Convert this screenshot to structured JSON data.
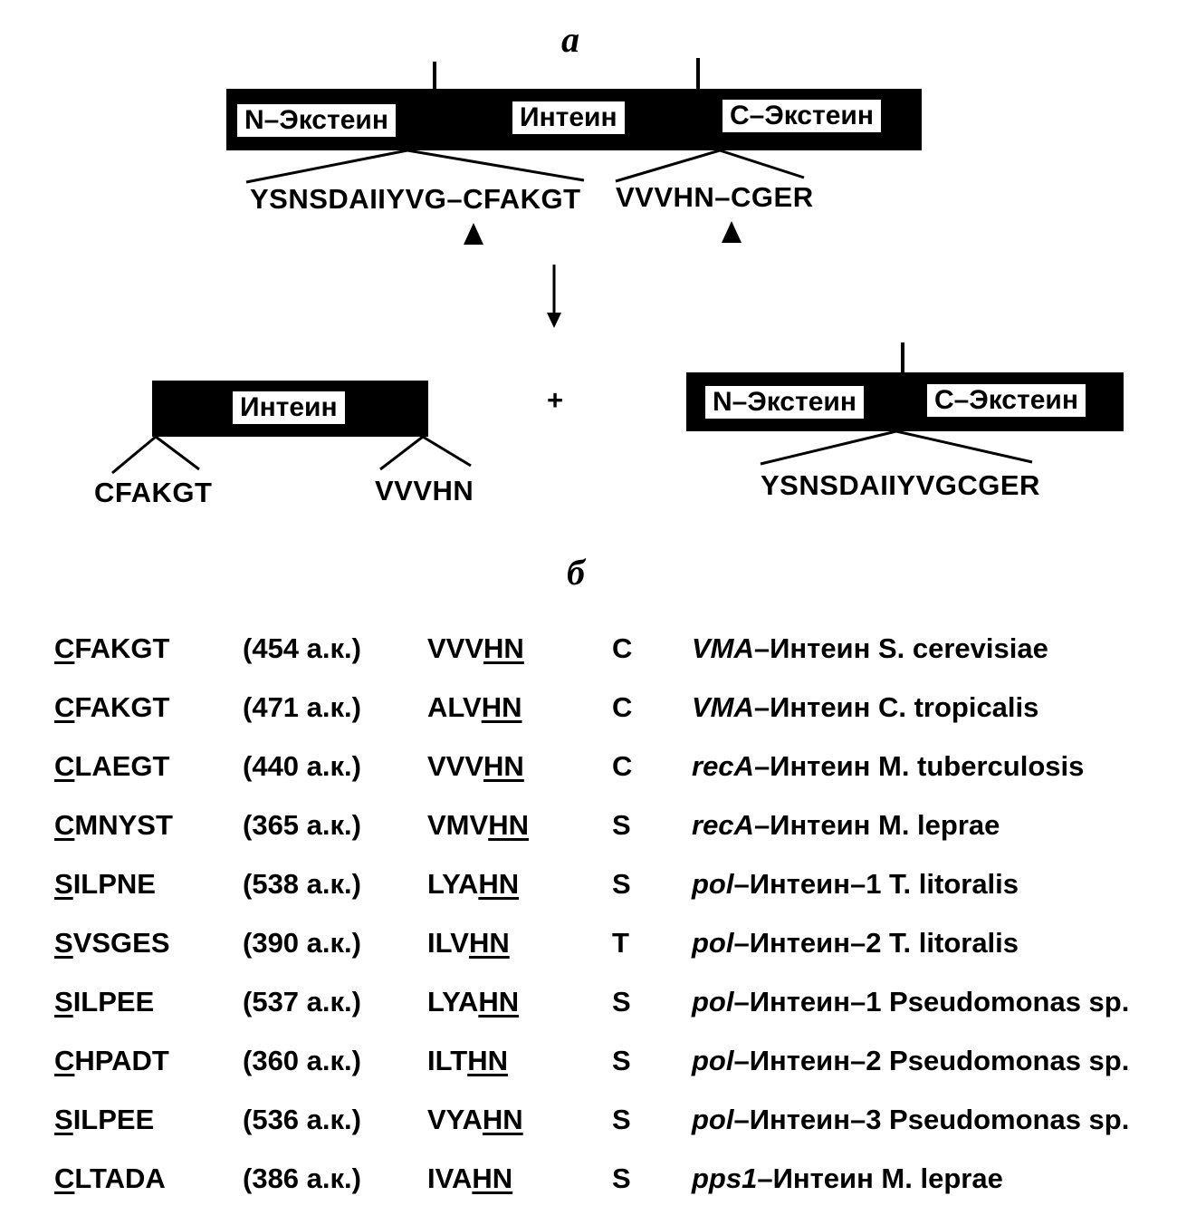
{
  "panel_a_label": "а",
  "panel_b_label": "б",
  "precursor": {
    "n_extein": "N–Экстеин",
    "intein": "Интеин",
    "c_extein": "С–Экстеин",
    "seq_left": "YSNSDAIIYVG–CFAKGT",
    "seq_right": "VVVHN–CGER"
  },
  "products": {
    "plus": "+",
    "intein_label": "Интеин",
    "intein_seq_left": "CFAKGT",
    "intein_seq_right": "VVVHN",
    "ligated_n_extein": "N–Экстеин",
    "ligated_c_extein": "С–Экстеин",
    "ligated_seq": "YSNSDAIIYVGCGER"
  },
  "alignment": [
    {
      "n_first": "C",
      "n_rest": "FAKGT",
      "length": "(454 а.к.)",
      "c_pre": "VVV",
      "c_hn": "HN",
      "next": "C",
      "name_it": "VMA",
      "name_rest": "–Интеин S. cerevisiae"
    },
    {
      "n_first": "C",
      "n_rest": "FAKGT",
      "length": "(471 а.к.)",
      "c_pre": "ALV",
      "c_hn": "HN",
      "next": "C",
      "name_it": "VMA",
      "name_rest": "–Интеин C. tropicalis"
    },
    {
      "n_first": "C",
      "n_rest": "LAEGT",
      "length": "(440 а.к.)",
      "c_pre": "VVV",
      "c_hn": "HN",
      "next": "C",
      "name_it": "recA",
      "name_rest": "–Интеин M. tuberculosis"
    },
    {
      "n_first": "C",
      "n_rest": "MNYST",
      "length": "(365 а.к.)",
      "c_pre": "VMV",
      "c_hn": "HN",
      "next": "S",
      "name_it": "recA",
      "name_rest": "–Интеин M. leprae"
    },
    {
      "n_first": "S",
      "n_rest": "ILPNE",
      "length": "(538 а.к.)",
      "c_pre": "LYA",
      "c_hn": "HN",
      "next": "S",
      "name_it": "pol",
      "name_rest": "–Интеин–1 T. litoralis"
    },
    {
      "n_first": "S",
      "n_rest": "VSGES",
      "length": "(390 а.к.)",
      "c_pre": "ILV",
      "c_hn": "HN",
      "next": "T",
      "name_it": "pol",
      "name_rest": "–Интеин–2 T. litoralis"
    },
    {
      "n_first": "S",
      "n_rest": "ILPEE",
      "length": "(537 а.к.)",
      "c_pre": "LYA",
      "c_hn": "HN",
      "next": "S",
      "name_it": "pol",
      "name_rest": "–Интеин–1 Pseudomonas sp."
    },
    {
      "n_first": "C",
      "n_rest": "HPADT",
      "length": "(360 а.к.)",
      "c_pre": "ILT",
      "c_hn": "HN",
      "next": "S",
      "name_it": "pol",
      "name_rest": "–Интеин–2 Pseudomonas sp."
    },
    {
      "n_first": "S",
      "n_rest": "ILPEE",
      "length": "(536 а.к.)",
      "c_pre": "VYA",
      "c_hn": "HN",
      "next": "S",
      "name_it": "pol",
      "name_rest": "–Интеин–3 Pseudomonas sp."
    },
    {
      "n_first": "C",
      "n_rest": "LTADA",
      "length": "(386 а.к.)",
      "c_pre": "IVA",
      "c_hn": "HN",
      "next": "S",
      "name_it": "pps1",
      "name_rest": "–Интеин M. leprae"
    }
  ]
}
